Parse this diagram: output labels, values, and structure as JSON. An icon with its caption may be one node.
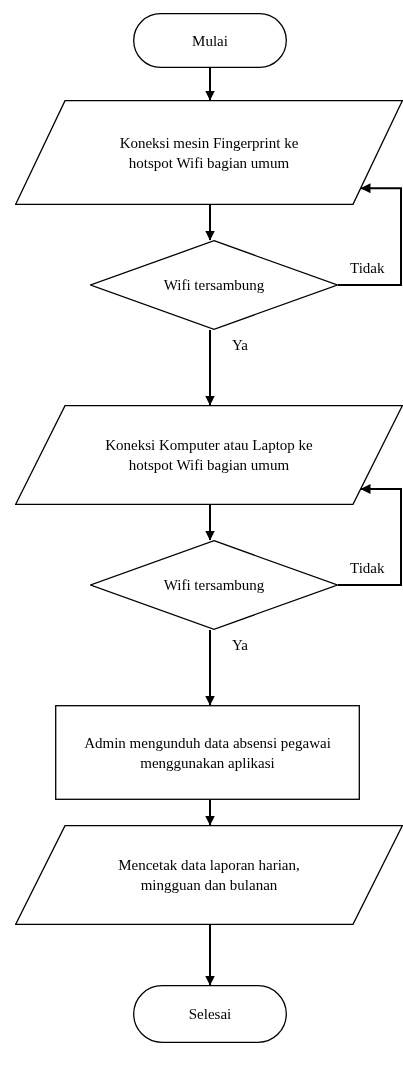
{
  "diagram": {
    "nodes": [
      {
        "text": [
          "Mulai"
        ]
      },
      {
        "text": [
          "Koneksi mesin Fingerprint ke hotspot Wifi bagian umum"
        ]
      },
      {
        "text": [
          "Wifi tersambung"
        ]
      },
      {
        "text": [
          "Koneksi Komputer atau Laptop ke hotspot Wifi bagian umum"
        ]
      },
      {
        "text": [
          "Wifi tersambung"
        ]
      },
      {
        "text": [
          "Admin mengunduh data absensi pegawai menggunakan aplikasi"
        ]
      },
      {
        "text": [
          "Mencetak data laporan harian, mingguan dan bulanan"
        ]
      },
      {
        "text": [
          "Selesai"
        ]
      }
    ],
    "edges": [
      {
        "from": 0,
        "to": 1,
        "arrow": "to"
      },
      {
        "from": 1,
        "to": 2,
        "arrow": "to"
      },
      {
        "from": 2,
        "to": 3,
        "arrow": "to",
        "label": "Ya"
      },
      {
        "from": 3,
        "to": 4,
        "arrow": "to"
      },
      {
        "from": 4,
        "to": 5,
        "arrow": "to",
        "label": "Ya"
      },
      {
        "from": 5,
        "to": 6,
        "arrow": "to"
      },
      {
        "from": 6,
        "to": 7,
        "arrow": "to"
      },
      {
        "from": 2,
        "to": 1,
        "arrow": "to",
        "label": "Tidak"
      },
      {
        "from": 4,
        "to": 3,
        "arrow": "to",
        "label": "Tidak"
      }
    ]
  }
}
